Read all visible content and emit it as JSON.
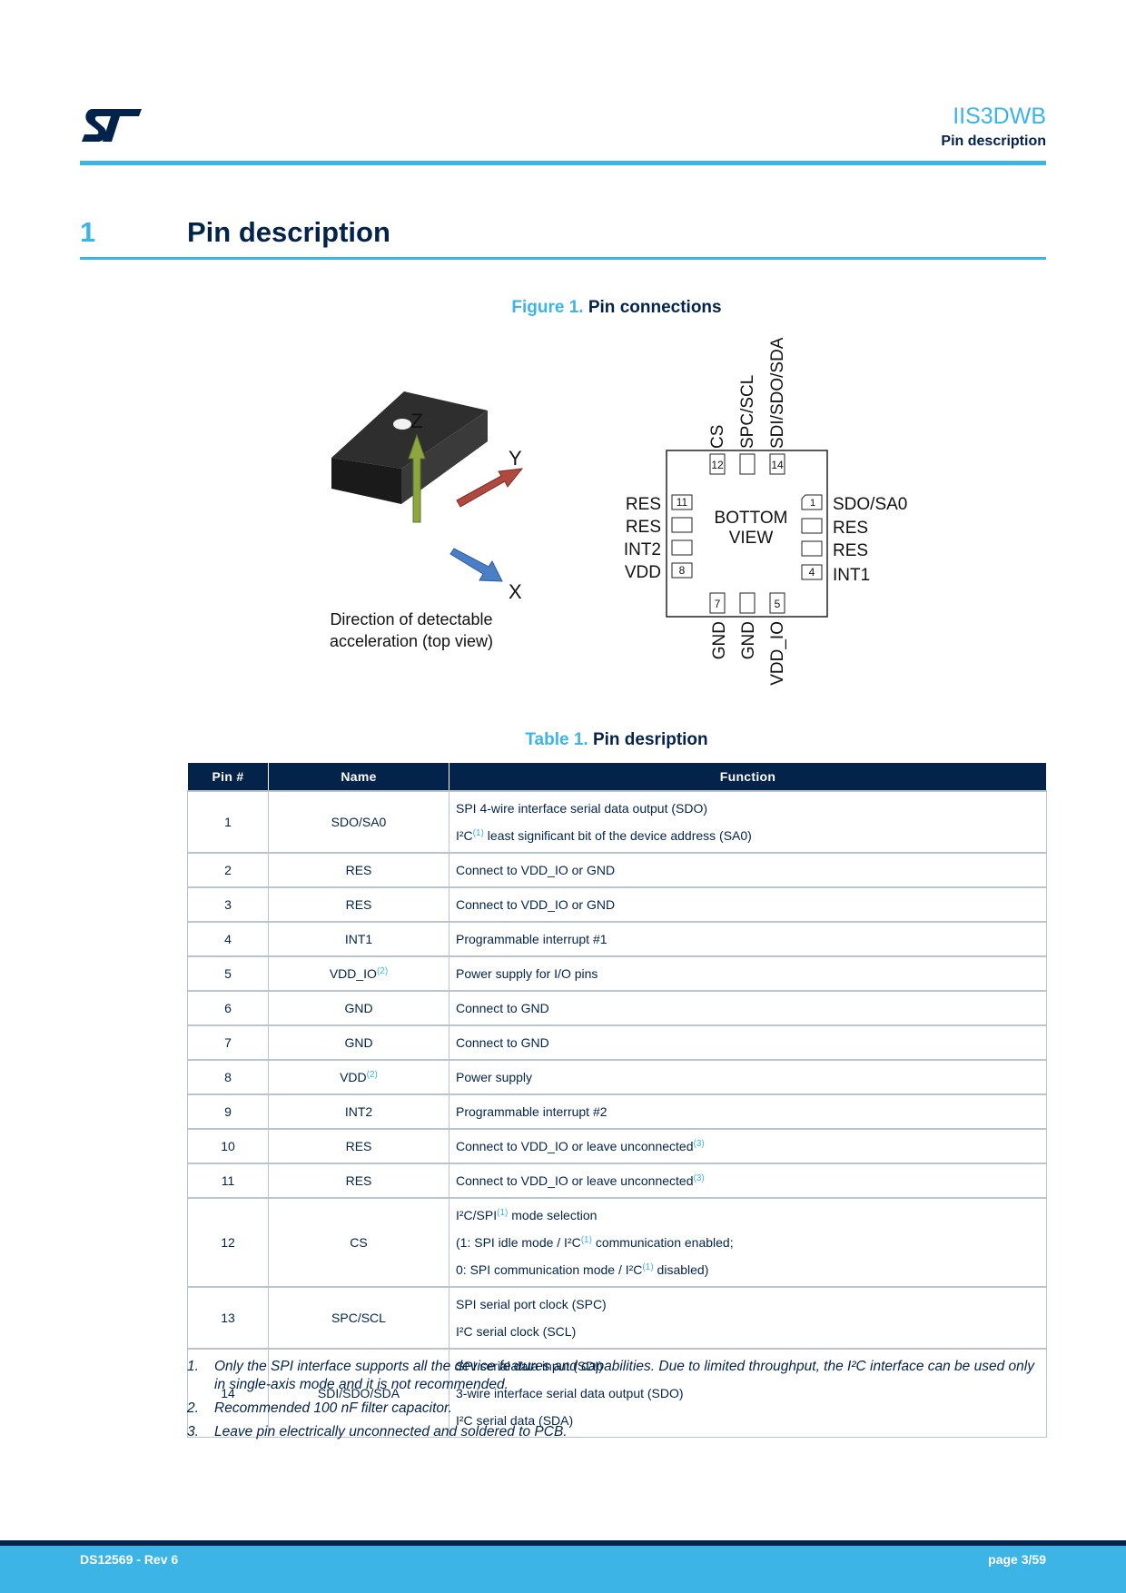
{
  "header": {
    "logo_text": "ST",
    "doc_title": "IIS3DWB",
    "doc_subtitle": "Pin description"
  },
  "section": {
    "number": "1",
    "title": "Pin description"
  },
  "figure": {
    "label": "Figure 1.",
    "title": "Pin connections",
    "axes": {
      "z": "Z",
      "y": "Y",
      "x": "X"
    },
    "axis_colors": {
      "z": "#8da640",
      "y": "#b04a40",
      "x": "#4a7fc8"
    },
    "axes_caption_line1": "Direction of detectable",
    "axes_caption_line2": "acceleration (top view)",
    "bottom_view_line1": "BOTTOM",
    "bottom_view_line2": "VIEW",
    "pin_numbers": {
      "p12": "12",
      "p14": "14",
      "p11": "11",
      "p8": "8",
      "p1": "1",
      "p4": "4",
      "p7": "7",
      "p5": "5"
    },
    "top_labels": [
      "CS",
      "SPC/SCL",
      "SDI/SDO/SDA"
    ],
    "left_labels": [
      "RES",
      "RES",
      "INT2",
      "VDD"
    ],
    "right_labels": [
      "SDO/SA0",
      "RES",
      "RES",
      "INT1"
    ],
    "bottom_labels": [
      "GND",
      "GND",
      "VDD_IO"
    ]
  },
  "table": {
    "label": "Table 1.",
    "title": "Pin desription",
    "headers": {
      "pin": "Pin #",
      "name": "Name",
      "function": "Function"
    },
    "rows": [
      {
        "pin": "1",
        "name": "SDO/SA0",
        "f1": "SPI 4-wire interface serial data output (SDO)",
        "f2a": "I²C",
        "f2_ref": "(1)",
        "f2b": " least significant bit of the device address (SA0)"
      },
      {
        "pin": "2",
        "name": "RES",
        "f1": "Connect to VDD_IO or GND"
      },
      {
        "pin": "3",
        "name": "RES",
        "f1": "Connect to VDD_IO or GND"
      },
      {
        "pin": "4",
        "name": "INT1",
        "f1": "Programmable interrupt #1"
      },
      {
        "pin": "5",
        "name": "VDD_IO",
        "name_ref": "(2)",
        "f1": "Power supply for I/O pins"
      },
      {
        "pin": "6",
        "name": "GND",
        "f1": "Connect to GND"
      },
      {
        "pin": "7",
        "name": "GND",
        "f1": "Connect to GND"
      },
      {
        "pin": "8",
        "name": "VDD",
        "name_ref": "(2)",
        "f1": "Power supply"
      },
      {
        "pin": "9",
        "name": "INT2",
        "f1": "Programmable interrupt #2"
      },
      {
        "pin": "10",
        "name": "RES",
        "f1": "Connect to VDD_IO or leave unconnected",
        "f1_ref": "(3)"
      },
      {
        "pin": "11",
        "name": "RES",
        "f1": "Connect to VDD_IO or leave unconnected",
        "f1_ref": "(3)"
      },
      {
        "pin": "12",
        "name": "CS",
        "f1a": "I²C/SPI",
        "f1_ref": "(1)",
        "f1b": " mode selection",
        "f2a": "(1: SPI idle mode / I²C",
        "f2_ref": "(1)",
        "f2b": " communication enabled;",
        "f3a": "0: SPI communication mode / I²C",
        "f3_ref": "(1)",
        "f3b": " disabled)"
      },
      {
        "pin": "13",
        "name": "SPC/SCL",
        "f1": "SPI serial port clock (SPC)",
        "f2": "I²C serial clock (SCL)"
      },
      {
        "pin": "14",
        "name": "SDI/SDO/SDA",
        "f1": "SPI serial data input (SDI)",
        "f2": "3-wire interface serial data output (SDO)",
        "f3": "I²C serial data (SDA)"
      }
    ]
  },
  "notes": [
    {
      "num": "1.",
      "text": "Only the SPI interface supports all the device features and capabilities. Due to limited throughput, the I²C interface can be used only in single-axis mode and it is not recommended."
    },
    {
      "num": "2.",
      "text": "Recommended 100 nF filter capacitor."
    },
    {
      "num": "3.",
      "text": "Leave pin electrically unconnected and soldered to PCB."
    }
  ],
  "footer": {
    "left": "DS12569 - Rev 6",
    "right": "page 3/59"
  }
}
